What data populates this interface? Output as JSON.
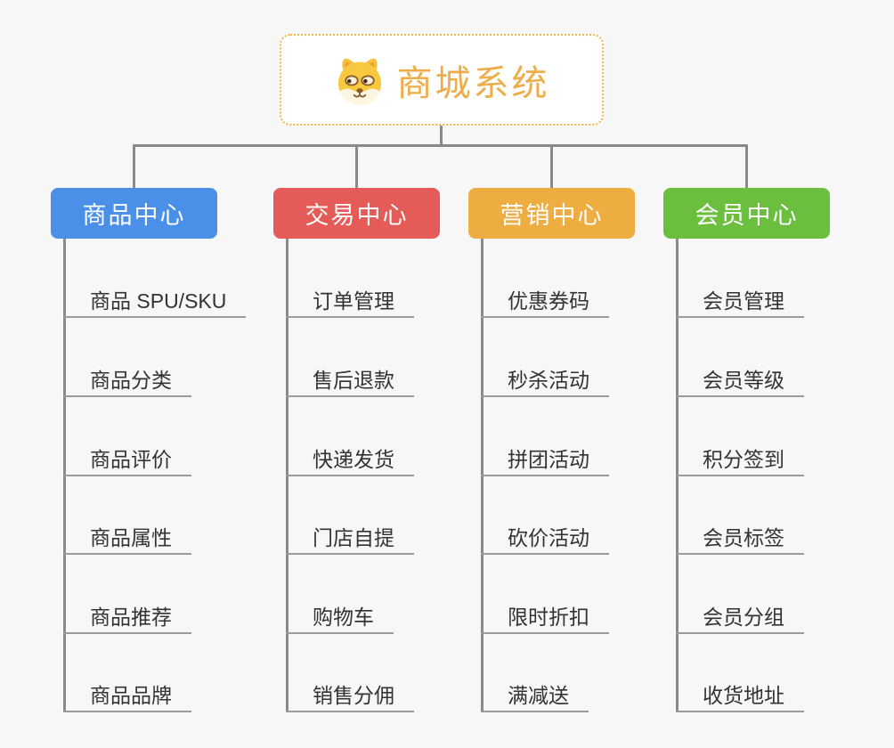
{
  "page": {
    "background": "#f7f7f7"
  },
  "root": {
    "title": "商城系统",
    "icon": "dog-face-icon",
    "title_color": "#efad4a",
    "border_color": "#f5b445"
  },
  "connector": {
    "color": "#8a8a8a",
    "underline_color": "#9b9b9b"
  },
  "branches": [
    {
      "label": "商品中心",
      "color": "#4a8fe8",
      "children": [
        "商品 SPU/SKU",
        "商品分类",
        "商品评价",
        "商品属性",
        "商品推荐",
        "商品品牌"
      ]
    },
    {
      "label": "交易中心",
      "color": "#e55b57",
      "children": [
        "订单管理",
        "售后退款",
        "快递发货",
        "门店自提",
        "购物车",
        "销售分佣"
      ]
    },
    {
      "label": "营销中心",
      "color": "#eead41",
      "children": [
        "优惠券码",
        "秒杀活动",
        "拼团活动",
        "砍价活动",
        "限时折扣",
        "满减送"
      ]
    },
    {
      "label": "会员中心",
      "color": "#6bbe3e",
      "children": [
        "会员管理",
        "会员等级",
        "积分签到",
        "会员标签",
        "会员分组",
        "收货地址"
      ]
    }
  ]
}
